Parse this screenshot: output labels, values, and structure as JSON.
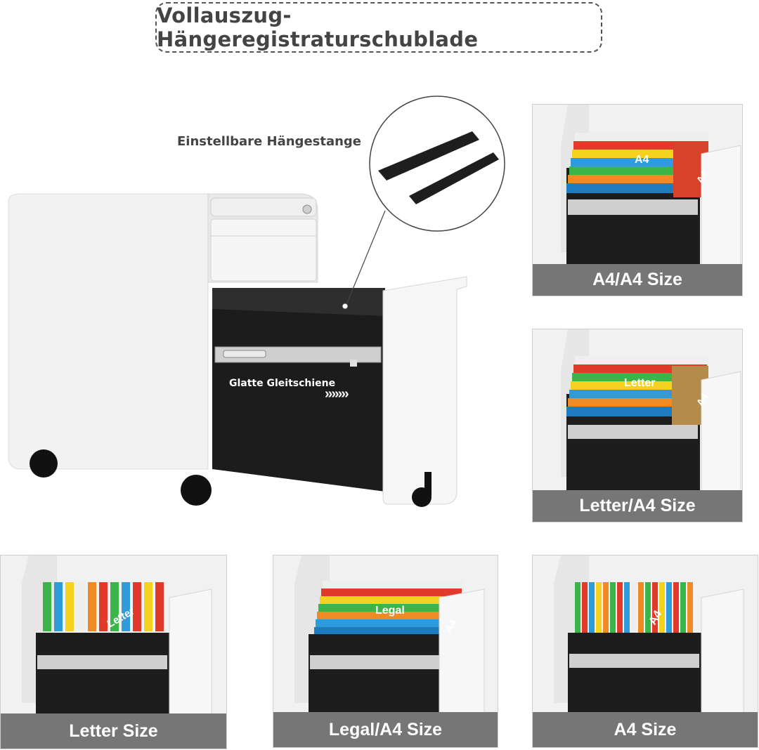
{
  "header": {
    "title": "Vollauszug-Hängeregistraturschublade"
  },
  "callouts": {
    "hanging_bar": "Einstellbare Hängestange",
    "slide_rail": "Glatte Gleitschiene",
    "slide_arrows": "›››››››"
  },
  "panels": [
    {
      "caption": "A4/A4 Size",
      "file_label_1": "A4",
      "file_label_2": "A4"
    },
    {
      "caption": "Letter/A4 Size",
      "file_label_1": "Letter",
      "file_label_2": "A4"
    },
    {
      "caption": "Letter Size",
      "file_label_1": "Letter"
    },
    {
      "caption": "Legal/A4 Size",
      "file_label_1": "Legal",
      "file_label_2": "A4"
    },
    {
      "caption": "A4 Size",
      "file_label_1": "A4"
    }
  ],
  "colors": {
    "caption_bar": "#767676",
    "cabinet": "#f2f2f2",
    "drawer_interior": "#1c1c1c"
  }
}
